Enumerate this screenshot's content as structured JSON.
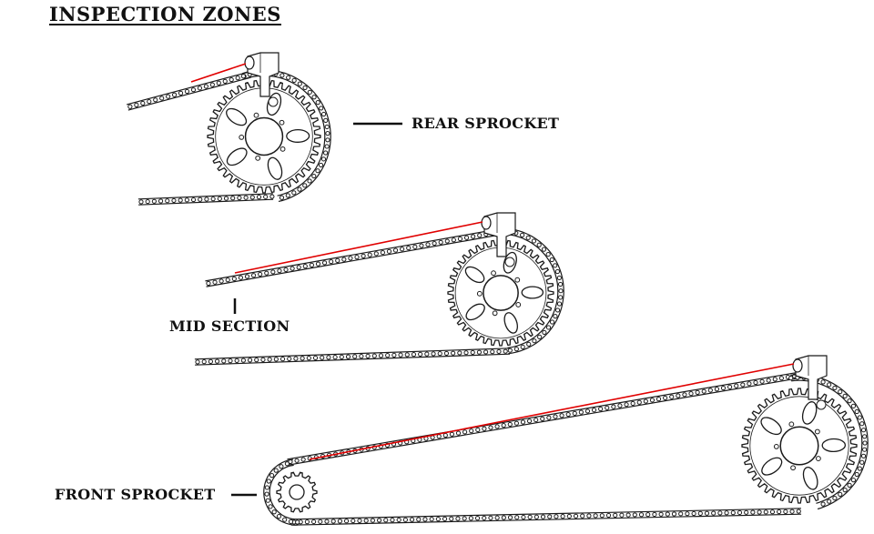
{
  "title": "INSPECTION ZONES",
  "labels": {
    "rear": "REAR SPROCKET",
    "mid": "MID SECTION",
    "front": "FRONT SPROCKET"
  },
  "colors": {
    "ink": "#1a1a1a",
    "laser": "#e00000",
    "background": "#ffffff"
  }
}
